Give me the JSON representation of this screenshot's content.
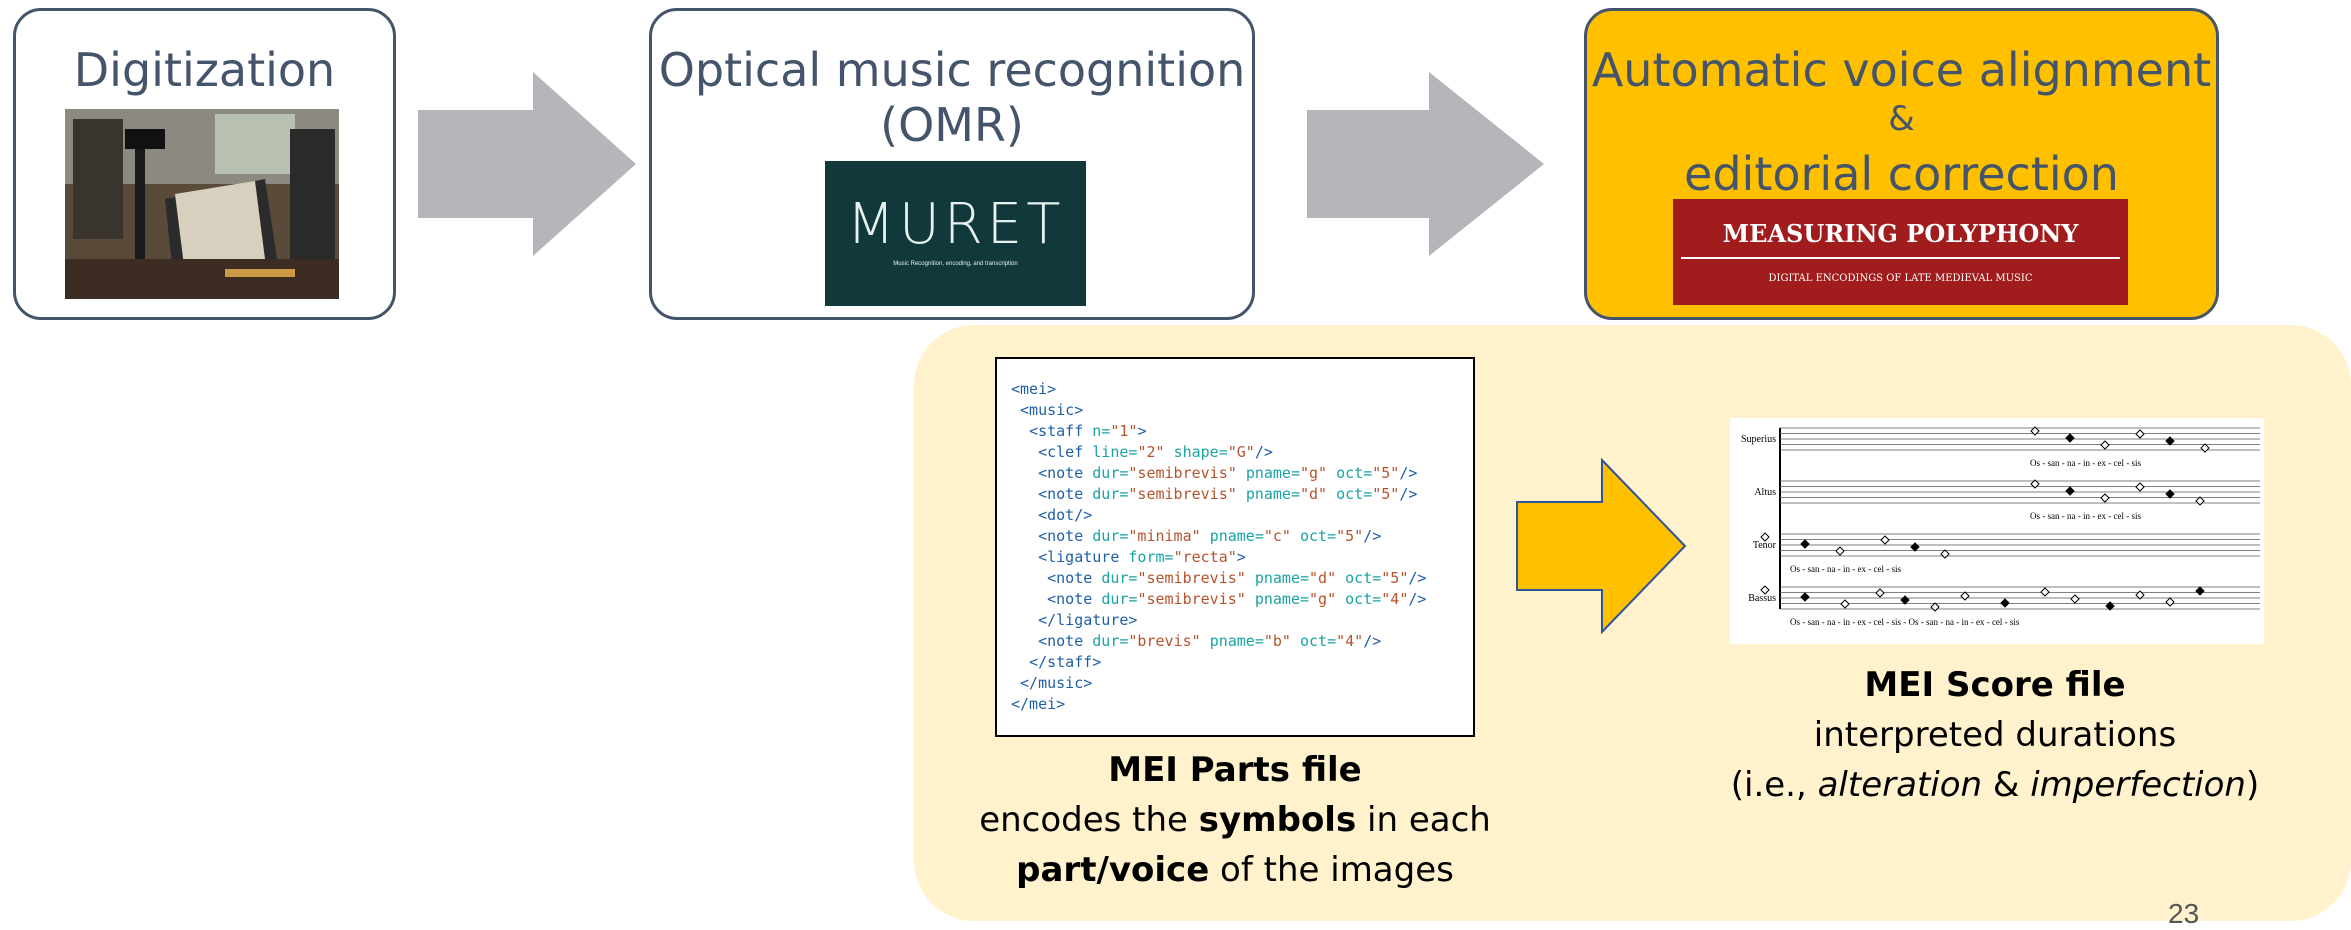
{
  "steps": {
    "digitization": {
      "title": "Digitization",
      "image_desc": "archive camera photo"
    },
    "omr": {
      "title_line1": "Optical music recognition",
      "title_line2": "(OMR)",
      "logo_text": "MURET",
      "logo_subtitle": "Music Recognition, encoding, and transcription"
    },
    "alignment": {
      "title_line1": "Automatic voice alignment",
      "title_line2": "&",
      "title_line3": "editorial correction",
      "logo_text": "MEASURING POLYPHONY",
      "logo_subtitle": "DIGITAL ENCODINGS OF LATE MEDIEVAL MUSIC"
    }
  },
  "parts": {
    "code_lines": [
      {
        "indent": 0,
        "tag": "mei",
        "attrs": [],
        "close": false,
        "self": false
      },
      {
        "indent": 1,
        "tag": "music",
        "attrs": [],
        "close": false,
        "self": false
      },
      {
        "indent": 2,
        "tag": "staff",
        "attrs": [
          [
            "n",
            "1"
          ]
        ],
        "close": false,
        "self": false
      },
      {
        "indent": 3,
        "tag": "clef",
        "attrs": [
          [
            "line",
            "2"
          ],
          [
            "shape",
            "G"
          ]
        ],
        "close": false,
        "self": true
      },
      {
        "indent": 3,
        "tag": "note",
        "attrs": [
          [
            "dur",
            "semibrevis"
          ],
          [
            "pname",
            "g"
          ],
          [
            "oct",
            "5"
          ]
        ],
        "close": false,
        "self": true
      },
      {
        "indent": 3,
        "tag": "note",
        "attrs": [
          [
            "dur",
            "semibrevis"
          ],
          [
            "pname",
            "d"
          ],
          [
            "oct",
            "5"
          ]
        ],
        "close": false,
        "self": true
      },
      {
        "indent": 3,
        "tag": "dot",
        "attrs": [],
        "close": false,
        "self": true
      },
      {
        "indent": 3,
        "tag": "note",
        "attrs": [
          [
            "dur",
            "minima"
          ],
          [
            "pname",
            "c"
          ],
          [
            "oct",
            "5"
          ]
        ],
        "close": false,
        "self": true
      },
      {
        "indent": 3,
        "tag": "ligature",
        "attrs": [
          [
            "form",
            "recta"
          ]
        ],
        "close": false,
        "self": false
      },
      {
        "indent": 4,
        "tag": "note",
        "attrs": [
          [
            "dur",
            "semibrevis"
          ],
          [
            "pname",
            "d"
          ],
          [
            "oct",
            "5"
          ]
        ],
        "close": false,
        "self": true
      },
      {
        "indent": 4,
        "tag": "note",
        "attrs": [
          [
            "dur",
            "semibrevis"
          ],
          [
            "pname",
            "g"
          ],
          [
            "oct",
            "4"
          ]
        ],
        "close": false,
        "self": true
      },
      {
        "indent": 3,
        "tag": "ligature",
        "attrs": [],
        "close": true,
        "self": false
      },
      {
        "indent": 3,
        "tag": "note",
        "attrs": [
          [
            "dur",
            "brevis"
          ],
          [
            "pname",
            "b"
          ],
          [
            "oct",
            "4"
          ]
        ],
        "close": false,
        "self": true
      },
      {
        "indent": 2,
        "tag": "staff",
        "attrs": [],
        "close": true,
        "self": false
      },
      {
        "indent": 1,
        "tag": "music",
        "attrs": [],
        "close": true,
        "self": false
      },
      {
        "indent": 0,
        "tag": "mei",
        "attrs": [],
        "close": true,
        "self": false
      }
    ],
    "caption_title": "MEI Parts file",
    "caption_l2_a": "encodes the ",
    "caption_l2_b": "symbols",
    "caption_l2_c": " in each",
    "caption_l3_a": "part/voice",
    "caption_l3_b": " of the images"
  },
  "score": {
    "voices": [
      "Superius",
      "Altus",
      "Tenor",
      "Bassus"
    ],
    "lyrics": [
      "Os  -  san - na  -  in - ex - cel  -  sis",
      "Os  -  san - na  -  in - ex - cel  -  sis",
      "Os  -  san - na  -  in - ex - cel  -  sis",
      "Os  -  san - na  -  in - ex - cel  -  sis  -  Os  -  san - na  -  in - ex - cel  -  sis"
    ],
    "caption_title": "MEI Score file",
    "caption_l2": "interpreted durations",
    "caption_l3_a": "(i.e., ",
    "caption_l3_b": "alteration",
    "caption_l3_c": " & ",
    "caption_l3_d": "imperfection",
    "caption_l3_e": ")"
  },
  "colors": {
    "box_border": "#44546a",
    "highlight": "#ffc000",
    "panel": "#fff2cc",
    "gray_arrow": "#b4b6ba"
  },
  "page_number": "23"
}
